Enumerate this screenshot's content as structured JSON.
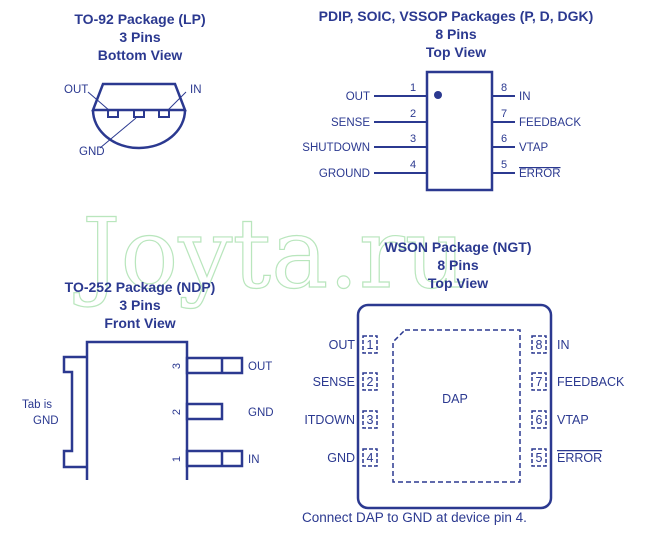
{
  "watermark": "Joyta.ru",
  "to92": {
    "title": [
      "TO-92 Package (LP)",
      "3 Pins",
      "Bottom View"
    ],
    "pins": {
      "out": "OUT",
      "in": "IN",
      "gnd": "GND"
    }
  },
  "pdip": {
    "title": [
      "PDIP, SOIC, VSSOP Packages (P, D, DGK)",
      "8 Pins",
      "Top View"
    ],
    "left": [
      {
        "num": "1",
        "name": "OUT"
      },
      {
        "num": "2",
        "name": "SENSE"
      },
      {
        "num": "3",
        "name": "SHUTDOWN"
      },
      {
        "num": "4",
        "name": "GROUND"
      }
    ],
    "right": [
      {
        "num": "8",
        "name": "IN"
      },
      {
        "num": "7",
        "name": "FEEDBACK"
      },
      {
        "num": "6",
        "name": "VTAP"
      },
      {
        "num": "5",
        "name": "ERROR"
      }
    ]
  },
  "to252": {
    "title": [
      "TO-252 Package (NDP)",
      "3 Pins",
      "Front View"
    ],
    "tab": [
      "Tab is",
      "GND"
    ],
    "pins": [
      {
        "num": "3",
        "name": "OUT"
      },
      {
        "num": "2",
        "name": "GND"
      },
      {
        "num": "1",
        "name": "IN"
      }
    ]
  },
  "wson": {
    "title": [
      "WSON Package (NGT)",
      "8 Pins",
      "Top View"
    ],
    "dap": "DAP",
    "left": [
      {
        "num": "1",
        "name": "OUT"
      },
      {
        "num": "2",
        "name": "SENSE"
      },
      {
        "num": "3",
        "name": "ITDOWN"
      },
      {
        "num": "4",
        "name": "GND"
      }
    ],
    "right": [
      {
        "num": "8",
        "name": "IN"
      },
      {
        "num": "7",
        "name": "FEEDBACK"
      },
      {
        "num": "6",
        "name": "VTAP"
      },
      {
        "num": "5",
        "name": "ERROR"
      }
    ],
    "note": "Connect DAP to GND at device pin 4."
  },
  "colors": {
    "ink": "#2b3990",
    "watermark": "#b9e6bd"
  }
}
